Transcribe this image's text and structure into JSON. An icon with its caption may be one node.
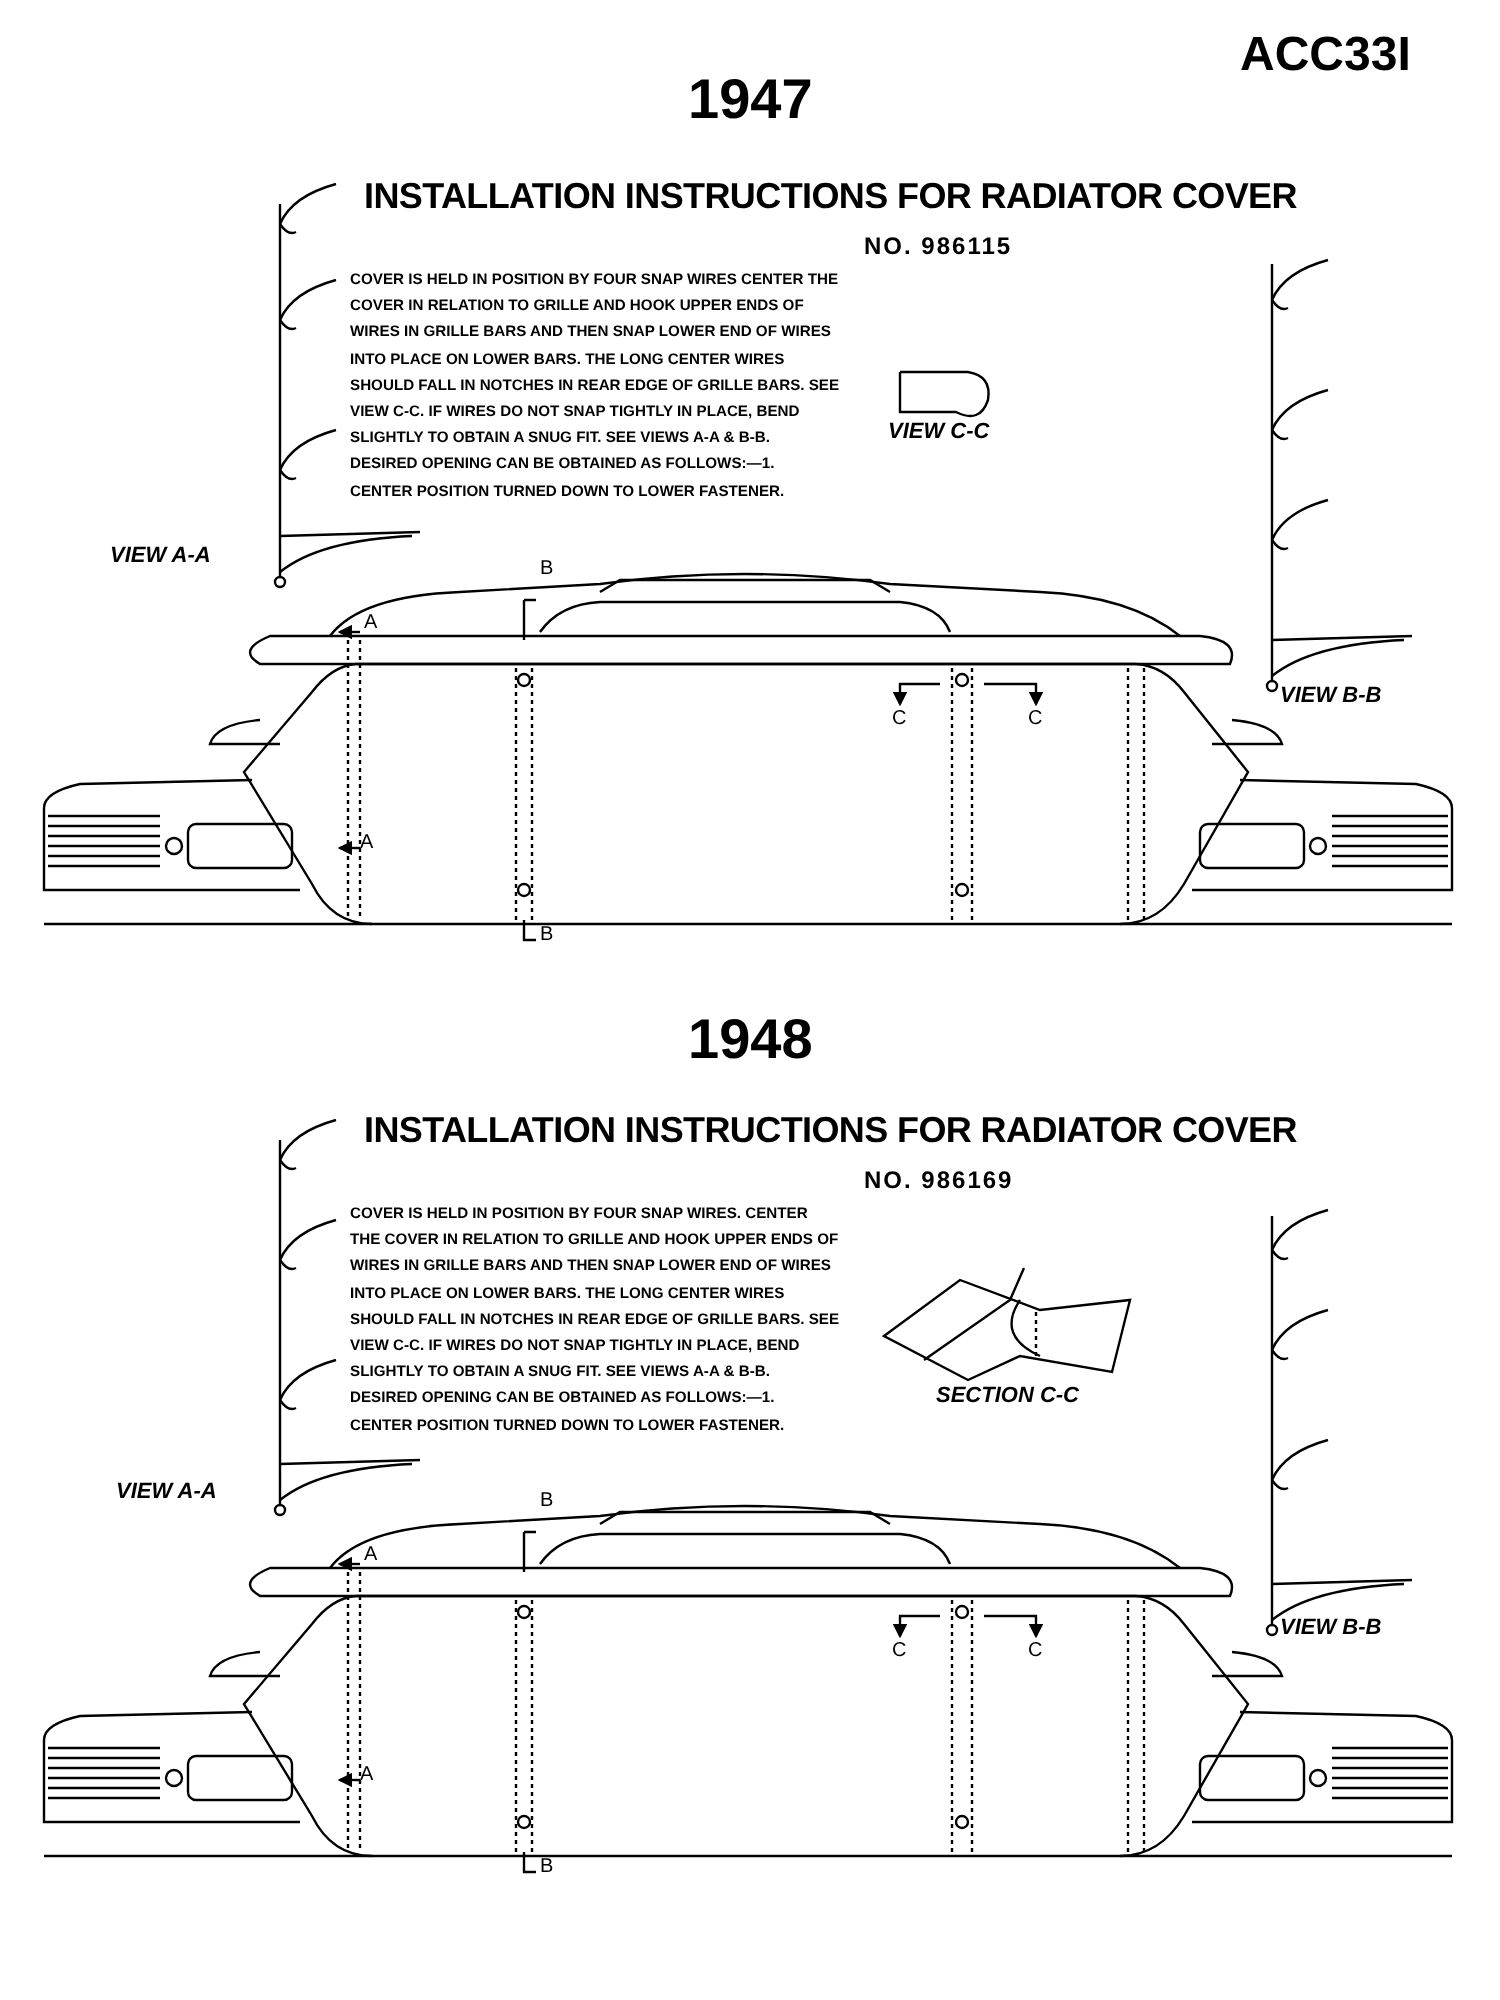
{
  "diagram": {
    "labels": [
      "ACC33I",
      "1947",
      "INSTALLATION INSTRUCTIONS FOR RADIATOR COVER",
      "NO. 986115",
      "COVER IS HELD IN POSITION BY FOUR SNAP WIRES   CENTER THE COVER IN RELATION TO GRILLE AND HOOK UPPER ENDS OF WIRES IN GRILLE BARS AND THEN SNAP LOWER END OF WIRES INTO PLACE ON LOWER BARS. THE LONG CENTER WIRES SHOULD FALL IN NOTCHES IN REAR EDGE OF GRILLE BARS. SEE VIEW C-C. IF WIRES DO NOT SNAP TIGHTLY IN PLACE, BEND SLIGHTLY TO OBTAIN A SNUG FIT. SEE VIEWS A-A & B-B. DESIRED OPENING CAN BE OBTAINED AS FOLLOWS:—1. CENTER POSITION TURNED DOWN TO LOWER FASTENER.",
      "VIEW C-C",
      "VIEW A-A",
      "B",
      "A",
      "C",
      "C",
      "VIEW B-B",
      "A",
      "B",
      "1948",
      "INSTALLATION INSTRUCTIONS FOR RADIATOR COVER",
      "NO. 986169",
      "COVER IS HELD IN POSITION BY FOUR SNAP WIRES. CENTER THE COVER IN RELATION TO GRILLE AND HOOK UPPER ENDS OF WIRES IN GRILLE BARS AND THEN SNAP LOWER END OF WIRES INTO PLACE ON LOWER BARS. THE LONG CENTER WIRES SHOULD FALL IN NOTCHES IN REAR EDGE OF GRILLE BARS. SEE VIEW C-C. IF WIRES DO NOT SNAP TIGHTLY IN PLACE, BEND SLIGHTLY TO OBTAIN A SNUG FIT. SEE VIEWS A-A & B-B. DESIRED OPENING CAN BE OBTAINED AS FOLLOWS:—1. CENTER POSITION TURNED DOWN TO LOWER FASTENER.",
      "SECTION C-C",
      "VIEW A-A",
      "B",
      "A",
      "C",
      "C",
      "VIEW B-B",
      "A",
      "B"
    ]
  }
}
